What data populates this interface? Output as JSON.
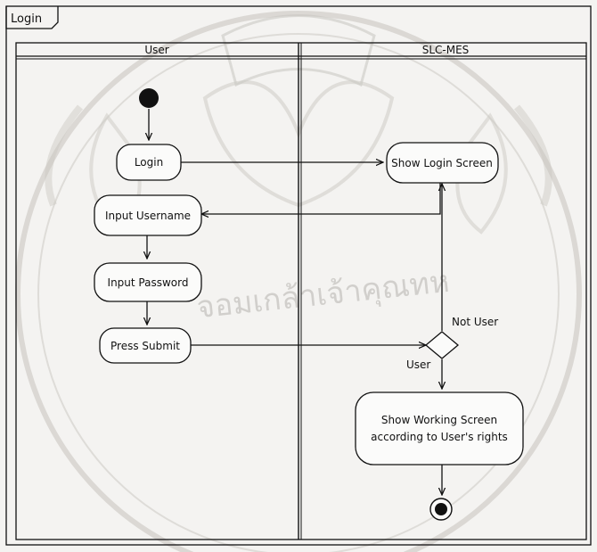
{
  "frame": {
    "title": "Login"
  },
  "lanes": [
    {
      "name": "User"
    },
    {
      "name": "SLC-MES"
    }
  ],
  "nodes": {
    "login": "Login",
    "input_username": "Input Username",
    "input_password": "Input Password",
    "press_submit": "Press Submit",
    "show_login_screen": "Show Login Screen",
    "show_working_screen": [
      "Show Working Screen",
      "according to User's rights"
    ]
  },
  "guards": {
    "not_user": "Not User",
    "user": "User"
  },
  "watermark": {
    "text": "จอมเกล้าเจ้าคุณทห"
  }
}
